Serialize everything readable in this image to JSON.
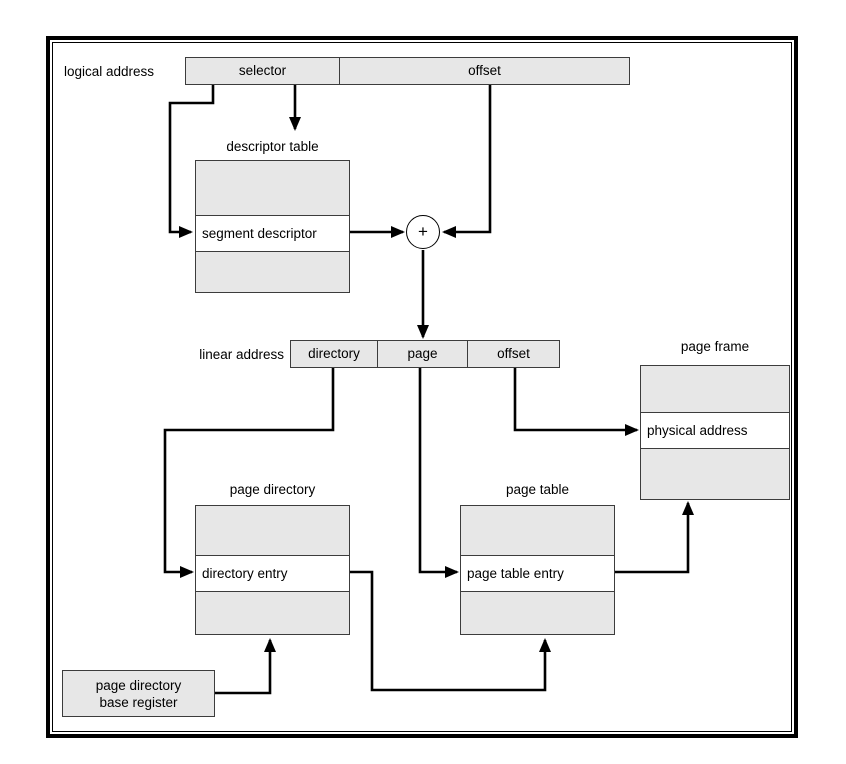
{
  "diagram": {
    "logical_address_label": "logical address",
    "logical_fields": {
      "selector": "selector",
      "offset": "offset"
    },
    "descriptor_table": {
      "title": "descriptor table",
      "entry": "segment descriptor"
    },
    "adder_symbol": "+",
    "linear_address_label": "linear address",
    "linear_fields": {
      "directory": "directory",
      "page": "page",
      "offset": "offset"
    },
    "page_frame": {
      "title": "page frame",
      "entry": "physical address"
    },
    "page_directory": {
      "title": "page directory",
      "entry": "directory entry"
    },
    "page_table": {
      "title": "page table",
      "entry": "page table entry"
    },
    "page_directory_base_register": {
      "line1": "page directory",
      "line2": "base register"
    },
    "colors": {
      "box_fill": "#e7e7e7",
      "entry_fill": "#ffffff",
      "line": "#000000",
      "background": "#ffffff"
    }
  }
}
